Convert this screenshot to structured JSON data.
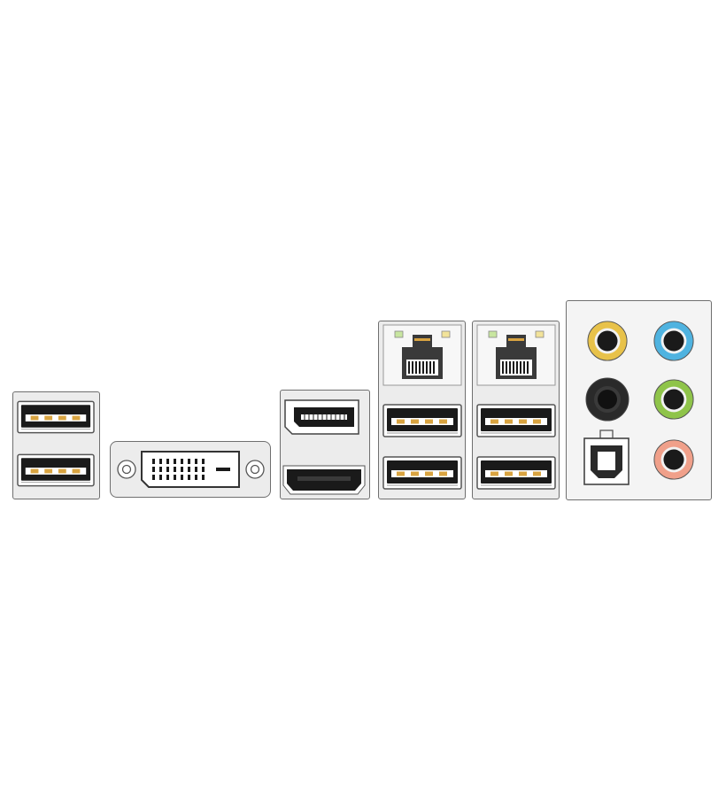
{
  "colors": {
    "background": "#ffffff",
    "panel_fill": "#ececec",
    "panel_border": "#6f6f6f",
    "port_black": "#1a1a1a",
    "usb_pin_gold": "#d9a441",
    "led_green": "#c8e6a0",
    "led_yellow": "#f2e39a",
    "audio_line_out": "#e8c24a",
    "audio_line_in": "#4fb3e0",
    "audio_mic": "#8fc44a",
    "audio_rear_speaker": "#2a2a2a",
    "audio_center_sub": "#f0a08a"
  },
  "icons": [
    "usb-port-icon",
    "dvi-port-icon",
    "displayport-icon",
    "hdmi-port-icon",
    "rj45-lan-port-icon",
    "audio-jack-icon",
    "optical-spdif-port-icon"
  ],
  "groups": [
    {
      "id": "usb-stack-1",
      "ports": [
        "usb",
        "usb"
      ]
    },
    {
      "id": "dvi",
      "ports": [
        "dvi"
      ]
    },
    {
      "id": "video-stack",
      "ports": [
        "displayport",
        "hdmi"
      ]
    },
    {
      "id": "lan-usb-stack-1",
      "ports": [
        "rj45",
        "usb",
        "usb"
      ]
    },
    {
      "id": "lan-usb-stack-2",
      "ports": [
        "rj45",
        "usb",
        "usb"
      ]
    },
    {
      "id": "audio-block",
      "ports": [
        "jack-yellow",
        "jack-blue",
        "jack-black",
        "jack-green",
        "optical",
        "jack-pink"
      ]
    }
  ]
}
